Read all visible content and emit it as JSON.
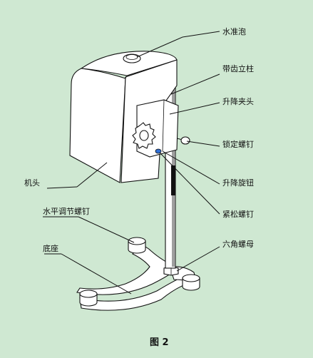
{
  "labels": {
    "water_level": "水准泡",
    "toothed_column": "带齿立柱",
    "lift_clamp": "升降夹头",
    "lock_screw": "锁定螺钉",
    "lift_knob": "升降旋钮",
    "tight_screw": "紧松螺钉",
    "hex_nut": "六角螺母",
    "head": "机头",
    "level_adjust_screw": "水平调节螺钉",
    "base": "底座"
  },
  "caption": "图 2"
}
